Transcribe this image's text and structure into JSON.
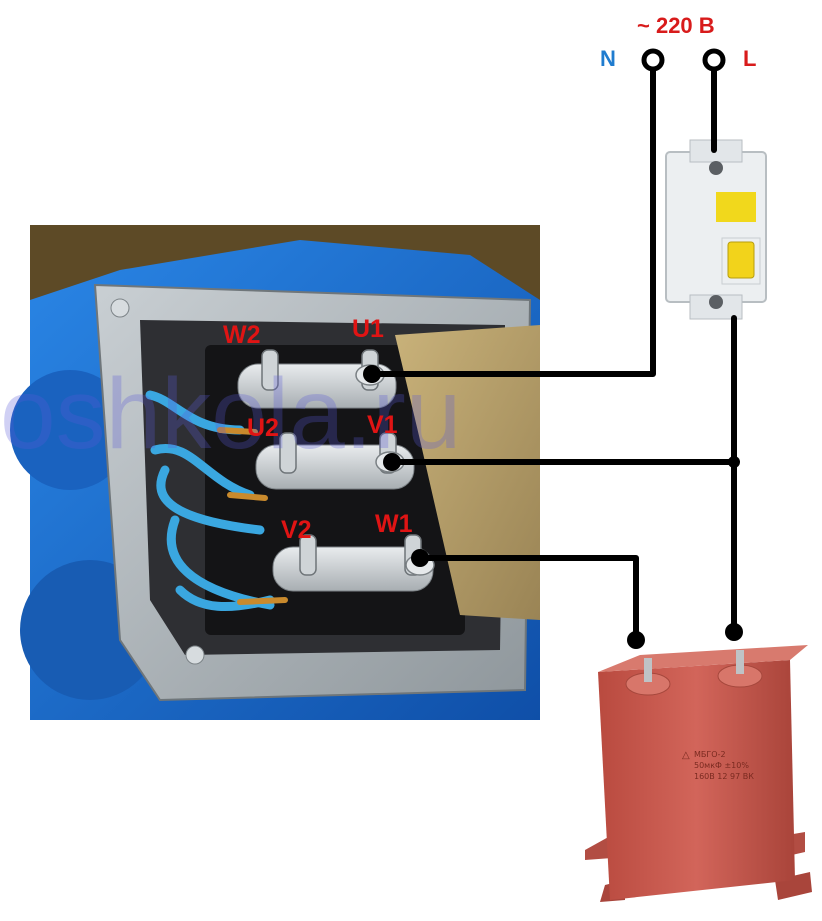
{
  "supply": {
    "voltage_label": "~ 220 В",
    "neutral_label": "N",
    "line_label": "L"
  },
  "motor": {
    "terminal_labels": [
      "W2",
      "U1",
      "U2",
      "V1",
      "V2",
      "W1"
    ]
  },
  "watermark": {
    "text": "oshkola.ru"
  },
  "capacitor": {
    "marking": [
      "МБГО-2",
      "50мкФ ±10%",
      "160В 12 97 ВК"
    ]
  },
  "colors": {
    "supply_text": "#d81b1b",
    "neutral_text": "#1f7ccf",
    "terminal_text": "#e01414",
    "wire": "#000000",
    "motor_body": "#1f6fd0",
    "capacitor_body": "#c8564a",
    "breaker_lever": "#f2d31b"
  }
}
